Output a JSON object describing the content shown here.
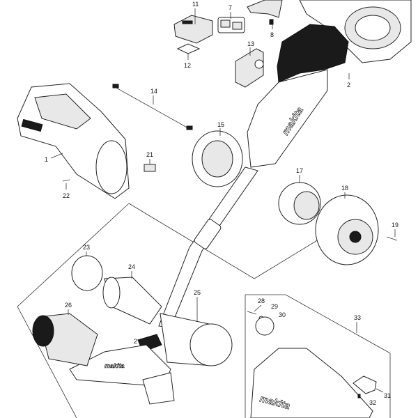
{
  "diagram": {
    "brand": "makita",
    "callouts": {
      "p1": "1",
      "p2": "2",
      "p7": "7",
      "p8": "8",
      "p11": "11",
      "p12": "12",
      "p13": "13",
      "p14": "14",
      "p15": "15",
      "p17": "17",
      "p18": "18",
      "p19": "19",
      "p21": "21",
      "p22": "22",
      "p23": "23",
      "p24": "24",
      "p25": "25",
      "p26": "26",
      "p27": "2",
      "p28": "28",
      "p29": "29",
      "p30": "30",
      "p31": "31",
      "p32": "32",
      "p33": "33"
    }
  }
}
